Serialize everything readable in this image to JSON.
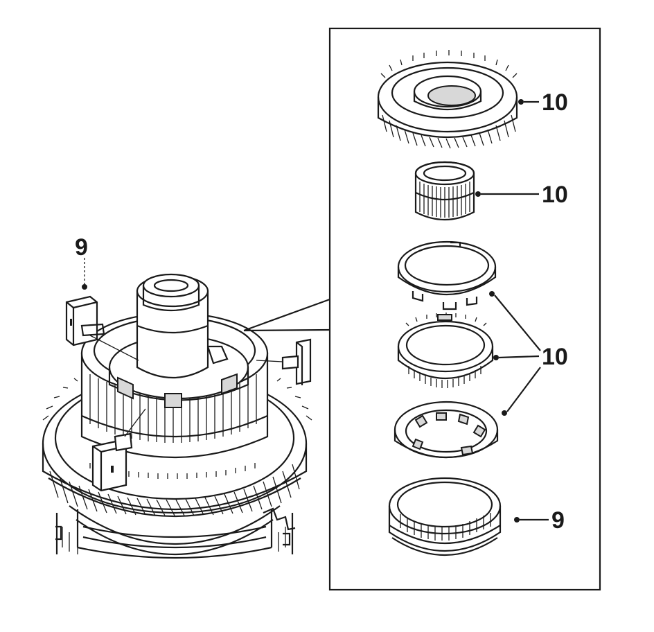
{
  "callouts": {
    "assembly_left": "9",
    "gear_top": "10",
    "bearing": "10",
    "sync_rings": "10",
    "sleeve_bottom": "9"
  },
  "colors": {
    "line": "#1a1a1a",
    "background": "#ffffff",
    "shade": "#d8d8d8"
  }
}
